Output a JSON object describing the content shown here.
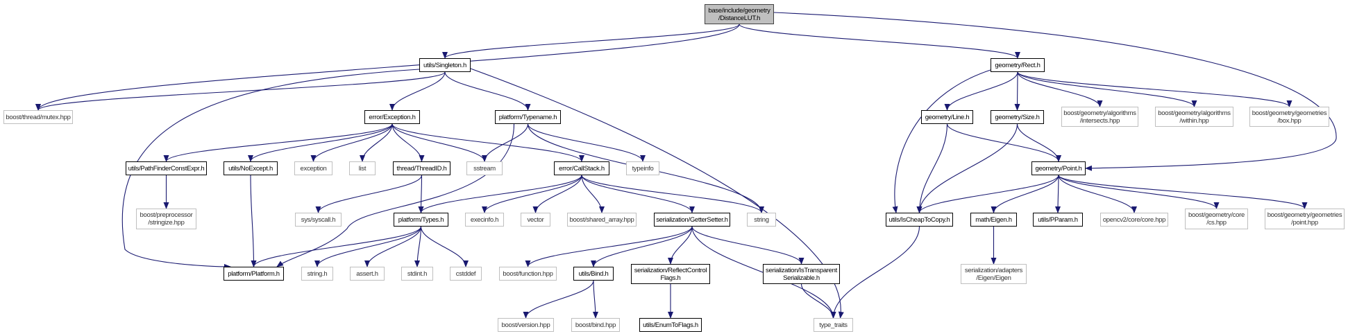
{
  "colors": {
    "edge": "#191970",
    "root_fill": "#bfbfbf",
    "external_border": "#bfbfbf",
    "internal_border": "#000000"
  },
  "nodes": {
    "lut": {
      "label": "base/include/geometry\n/DistanceLUT.h",
      "kind": "root"
    },
    "mutex": {
      "label": "boost/thread/mutex.hpp",
      "kind": "external"
    },
    "singleton": {
      "label": "utils/Singleton.h",
      "kind": "internal"
    },
    "rect": {
      "label": "geometry/Rect.h",
      "kind": "internal"
    },
    "point": {
      "label": "geometry/Point.h",
      "kind": "internal"
    },
    "exception_h": {
      "label": "error/Exception.h",
      "kind": "internal"
    },
    "typename": {
      "label": "platform/Typename.h",
      "kind": "internal"
    },
    "platform": {
      "label": "platform/Platform.h",
      "kind": "internal"
    },
    "type_traits": {
      "label": "type_traits",
      "kind": "external"
    },
    "pathfinder": {
      "label": "utils/PathFinderConstExpr.h",
      "kind": "internal"
    },
    "noexcept": {
      "label": "utils/NoExcept.h",
      "kind": "internal"
    },
    "exception": {
      "label": "exception",
      "kind": "external"
    },
    "list": {
      "label": "list",
      "kind": "external"
    },
    "threadid": {
      "label": "thread/ThreadID.h",
      "kind": "internal"
    },
    "sstream": {
      "label": "sstream",
      "kind": "external"
    },
    "callstack": {
      "label": "error/CallStack.h",
      "kind": "internal"
    },
    "typeinfo": {
      "label": "typeinfo",
      "kind": "external"
    },
    "string": {
      "label": "string",
      "kind": "external"
    },
    "stringize": {
      "label": "boost/preprocessor\n/stringize.hpp",
      "kind": "external"
    },
    "syscall": {
      "label": "sys/syscall.h",
      "kind": "external"
    },
    "types": {
      "label": "platform/Types.h",
      "kind": "internal"
    },
    "execinfo": {
      "label": "execinfo.h",
      "kind": "external"
    },
    "vector": {
      "label": "vector",
      "kind": "external"
    },
    "shared_array": {
      "label": "boost/shared_array.hpp",
      "kind": "external"
    },
    "gettersetter": {
      "label": "serialization/GetterSetter.h",
      "kind": "internal"
    },
    "string_h": {
      "label": "string.h",
      "kind": "external"
    },
    "assert_h": {
      "label": "assert.h",
      "kind": "external"
    },
    "stdint_h": {
      "label": "stdint.h",
      "kind": "external"
    },
    "cstddef": {
      "label": "cstddef",
      "kind": "external"
    },
    "function": {
      "label": "boost/function.hpp",
      "kind": "external"
    },
    "bind_h": {
      "label": "utils/Bind.h",
      "kind": "internal"
    },
    "reflect": {
      "label": "serialization/ReflectControl\nFlags.h",
      "kind": "internal"
    },
    "istransparent": {
      "label": "serialization/IsTransparent\nSerializable.h",
      "kind": "internal"
    },
    "version": {
      "label": "boost/version.hpp",
      "kind": "external"
    },
    "bind_hpp": {
      "label": "boost/bind.hpp",
      "kind": "external"
    },
    "enumtoflags": {
      "label": "utils/EnumToFlags.h",
      "kind": "internal"
    },
    "line": {
      "label": "geometry/Line.h",
      "kind": "internal"
    },
    "size": {
      "label": "geometry/Size.h",
      "kind": "internal"
    },
    "intersects": {
      "label": "boost/geometry/algorithms\n/intersects.hpp",
      "kind": "external"
    },
    "within": {
      "label": "boost/geometry/algorithms\n/within.hpp",
      "kind": "external"
    },
    "box": {
      "label": "boost/geometry/geometries\n/box.hpp",
      "kind": "external"
    },
    "ischeap": {
      "label": "utils/IsCheapToCopy.h",
      "kind": "internal"
    },
    "eigen": {
      "label": "math/Eigen.h",
      "kind": "internal"
    },
    "pparam": {
      "label": "utils/PParam.h",
      "kind": "internal"
    },
    "opencv": {
      "label": "opencv2/core/core.hpp",
      "kind": "external"
    },
    "cs": {
      "label": "boost/geometry/core\n/cs.hpp",
      "kind": "external"
    },
    "pointhpp": {
      "label": "boost/geometry/geometries\n/point.hpp",
      "kind": "external"
    },
    "adapters": {
      "label": "serialization/adapters\n/Eigen/Eigen",
      "kind": "external"
    }
  },
  "edges": [
    [
      "lut",
      "mutex"
    ],
    [
      "lut",
      "singleton"
    ],
    [
      "lut",
      "rect"
    ],
    [
      "lut",
      "point"
    ],
    [
      "singleton",
      "mutex"
    ],
    [
      "singleton",
      "exception_h"
    ],
    [
      "singleton",
      "typename"
    ],
    [
      "singleton",
      "platform"
    ],
    [
      "singleton",
      "type_traits"
    ],
    [
      "exception_h",
      "pathfinder"
    ],
    [
      "exception_h",
      "noexcept"
    ],
    [
      "exception_h",
      "exception"
    ],
    [
      "exception_h",
      "list"
    ],
    [
      "exception_h",
      "threadid"
    ],
    [
      "exception_h",
      "sstream"
    ],
    [
      "exception_h",
      "callstack"
    ],
    [
      "typename",
      "sstream"
    ],
    [
      "typename",
      "platform"
    ],
    [
      "typename",
      "typeinfo"
    ],
    [
      "typename",
      "string"
    ],
    [
      "pathfinder",
      "stringize"
    ],
    [
      "noexcept",
      "platform"
    ],
    [
      "threadid",
      "syscall"
    ],
    [
      "threadid",
      "types"
    ],
    [
      "callstack",
      "types"
    ],
    [
      "callstack",
      "execinfo"
    ],
    [
      "callstack",
      "vector"
    ],
    [
      "callstack",
      "shared_array"
    ],
    [
      "callstack",
      "gettersetter"
    ],
    [
      "callstack",
      "string"
    ],
    [
      "types",
      "platform"
    ],
    [
      "types",
      "string_h"
    ],
    [
      "types",
      "assert_h"
    ],
    [
      "types",
      "stdint_h"
    ],
    [
      "types",
      "cstddef"
    ],
    [
      "gettersetter",
      "function"
    ],
    [
      "gettersetter",
      "bind_h"
    ],
    [
      "gettersetter",
      "reflect"
    ],
    [
      "gettersetter",
      "istransparent"
    ],
    [
      "gettersetter",
      "type_traits"
    ],
    [
      "bind_h",
      "version"
    ],
    [
      "bind_h",
      "bind_hpp"
    ],
    [
      "reflect",
      "enumtoflags"
    ],
    [
      "istransparent",
      "type_traits"
    ],
    [
      "rect",
      "line"
    ],
    [
      "rect",
      "size"
    ],
    [
      "rect",
      "intersects"
    ],
    [
      "rect",
      "within"
    ],
    [
      "rect",
      "box"
    ],
    [
      "rect",
      "ischeap"
    ],
    [
      "line",
      "ischeap"
    ],
    [
      "line",
      "point"
    ],
    [
      "size",
      "ischeap"
    ],
    [
      "size",
      "point"
    ],
    [
      "point",
      "ischeap"
    ],
    [
      "point",
      "eigen"
    ],
    [
      "point",
      "pparam"
    ],
    [
      "point",
      "opencv"
    ],
    [
      "point",
      "cs"
    ],
    [
      "point",
      "pointhpp"
    ],
    [
      "ischeap",
      "type_traits"
    ],
    [
      "eigen",
      "adapters"
    ]
  ]
}
